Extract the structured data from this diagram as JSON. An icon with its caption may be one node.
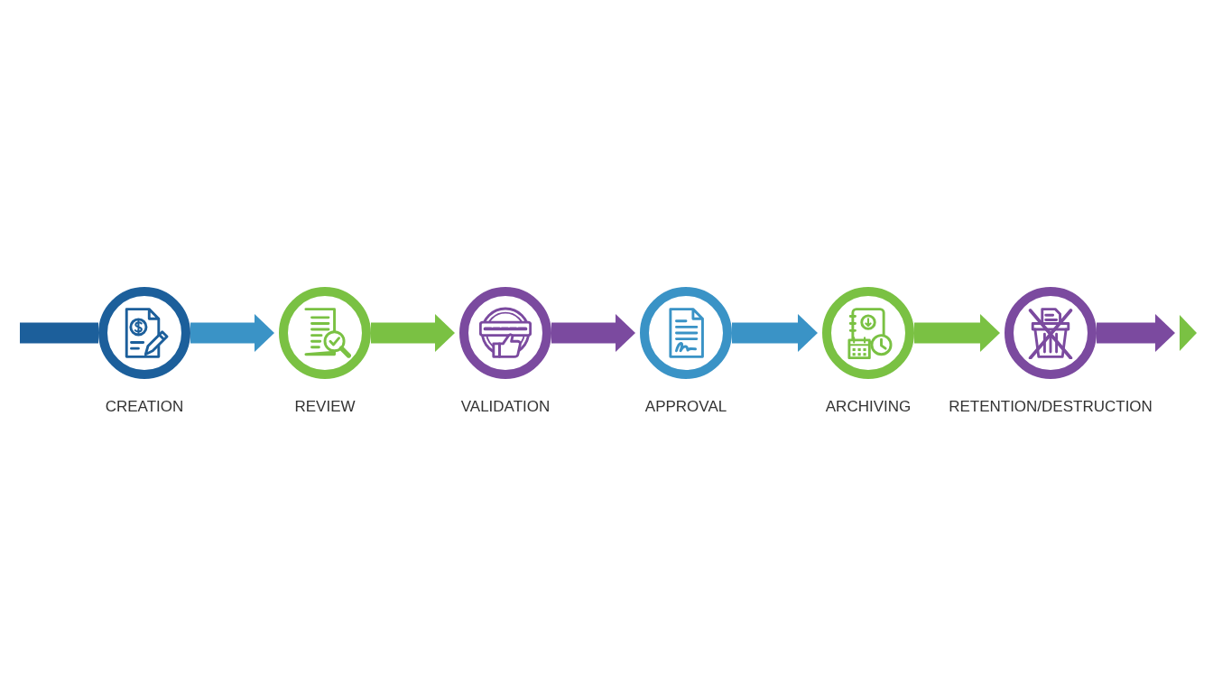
{
  "diagram": {
    "nodes": [
      {
        "text": [],
        "shape": "circle",
        "beside": [
          "CREATION"
        ]
      },
      {
        "text": [],
        "shape": "circle",
        "beside": [
          "REVIEW"
        ]
      },
      {
        "text": [],
        "shape": "circle",
        "beside": [
          "VALIDATION"
        ]
      },
      {
        "text": [],
        "shape": "circle",
        "beside": [
          "APPROVAL"
        ]
      },
      {
        "text": [],
        "shape": "circle",
        "beside": [
          "ARCHIVING"
        ]
      },
      {
        "text": [],
        "shape": "circle",
        "beside": [
          "RETENTION/DESTRUCTION"
        ]
      },
      {
        "text": [],
        "shape": "triangle"
      }
    ],
    "edges": [
      {
        "from": null,
        "to": 0,
        "arrow": "none",
        "color": "#1c5f9b"
      },
      {
        "from": 0,
        "to": 1,
        "arrow": "to",
        "color": "#3a93c6"
      },
      {
        "from": 1,
        "to": 2,
        "arrow": "to",
        "color": "#7ac143"
      },
      {
        "from": 2,
        "to": 3,
        "arrow": "to",
        "color": "#7b4a9f"
      },
      {
        "from": 3,
        "to": 4,
        "arrow": "to",
        "color": "#3a93c6"
      },
      {
        "from": 4,
        "to": 5,
        "arrow": "to",
        "color": "#7ac143"
      },
      {
        "from": 5,
        "to": 6,
        "arrow": "to",
        "color": "#7b4a9f"
      }
    ]
  }
}
